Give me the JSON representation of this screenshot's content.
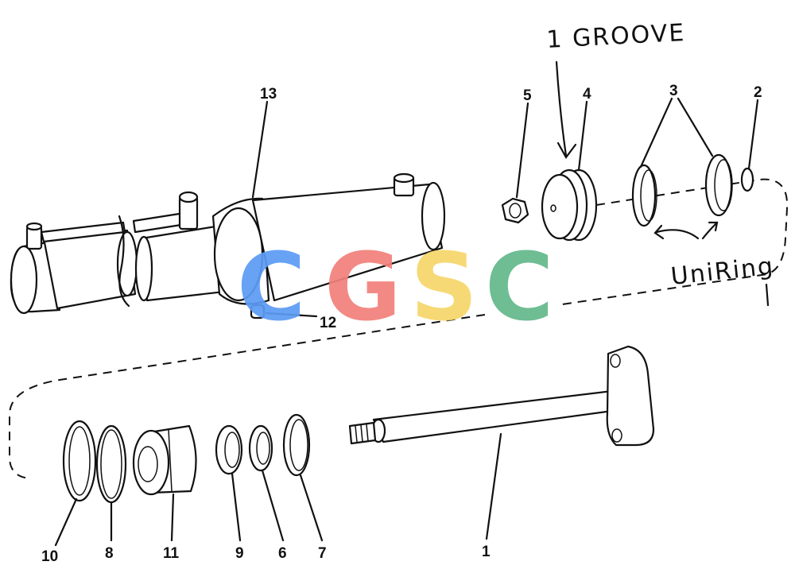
{
  "diagram": {
    "callouts": [
      {
        "id": "13",
        "label": "13"
      },
      {
        "id": "5",
        "label": "5"
      },
      {
        "id": "4",
        "label": "4"
      },
      {
        "id": "3",
        "label": "3"
      },
      {
        "id": "2",
        "label": "2"
      },
      {
        "id": "12",
        "label": "12"
      },
      {
        "id": "10",
        "label": "10"
      },
      {
        "id": "8",
        "label": "8"
      },
      {
        "id": "11",
        "label": "11"
      },
      {
        "id": "9",
        "label": "9"
      },
      {
        "id": "6",
        "label": "6"
      },
      {
        "id": "7",
        "label": "7"
      },
      {
        "id": "1",
        "label": "1"
      }
    ],
    "annotations": {
      "groove": "1 GROOVE",
      "uniring": "UniRing"
    },
    "watermark": {
      "letters": [
        "C",
        "G",
        "S",
        "C"
      ],
      "colors": [
        "#5b9bf5",
        "#f2807a",
        "#f6d66a",
        "#62b88a"
      ]
    }
  }
}
